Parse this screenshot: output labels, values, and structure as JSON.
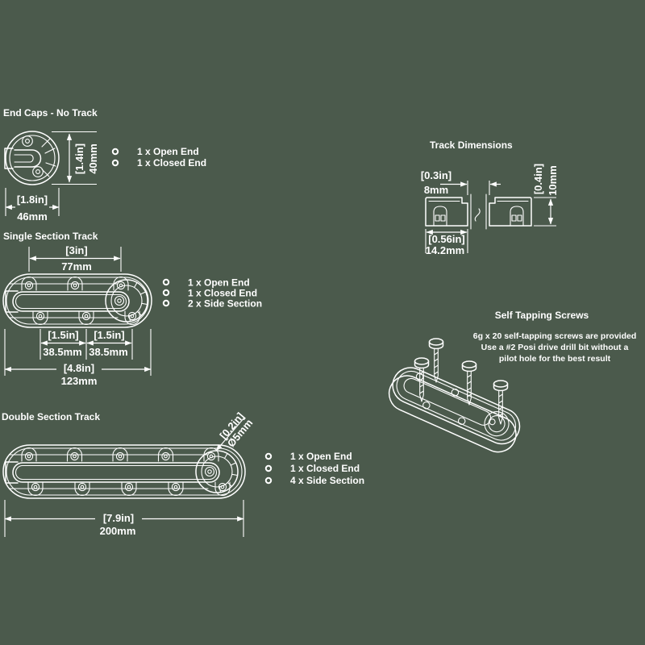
{
  "canvas": {
    "background": "#4b5a4c",
    "ink": "#ffffff"
  },
  "end_caps": {
    "title": "End Caps - No Track",
    "width_in": "[1.8in]",
    "width_mm": "46mm",
    "height_in": "[1.4in]",
    "height_mm": "40mm",
    "items": [
      "1 x Open End",
      "1 x Closed End"
    ]
  },
  "track_dimensions": {
    "title": "Track Dimensions",
    "slot_in": "[0.3in]",
    "slot_mm": "8mm",
    "height_in": "[0.4in]",
    "height_mm": "10mm",
    "base_in": "[0.56in]",
    "base_mm": "14.2mm"
  },
  "single_track": {
    "title": "Single Section Track",
    "top_in": "[3in]",
    "top_mm": "77mm",
    "pitch_left_in": "[1.5in]",
    "pitch_left_mm": "38.5mm",
    "pitch_right_in": "[1.5in]",
    "pitch_right_mm": "38.5mm",
    "overall_in": "[4.8in]",
    "overall_mm": "123mm",
    "items": [
      "1 x Open End",
      "1 x Closed End",
      "2 x Side Section"
    ]
  },
  "double_track": {
    "title": "Double Section Track",
    "hole_in": "[0.2in]",
    "hole_mm": "Ø5mm",
    "overall_in": "[7.9in]",
    "overall_mm": "200mm",
    "items": [
      "1 x Open End",
      "1 x Closed End",
      "4 x Side Section"
    ]
  },
  "screws": {
    "title": "Self Tapping Screws",
    "note_line1": "6g x 20 self-tapping screws are provided",
    "note_line2": "Use a #2 Posi drive drill bit without a",
    "note_line3": "pilot hole for the best result"
  }
}
